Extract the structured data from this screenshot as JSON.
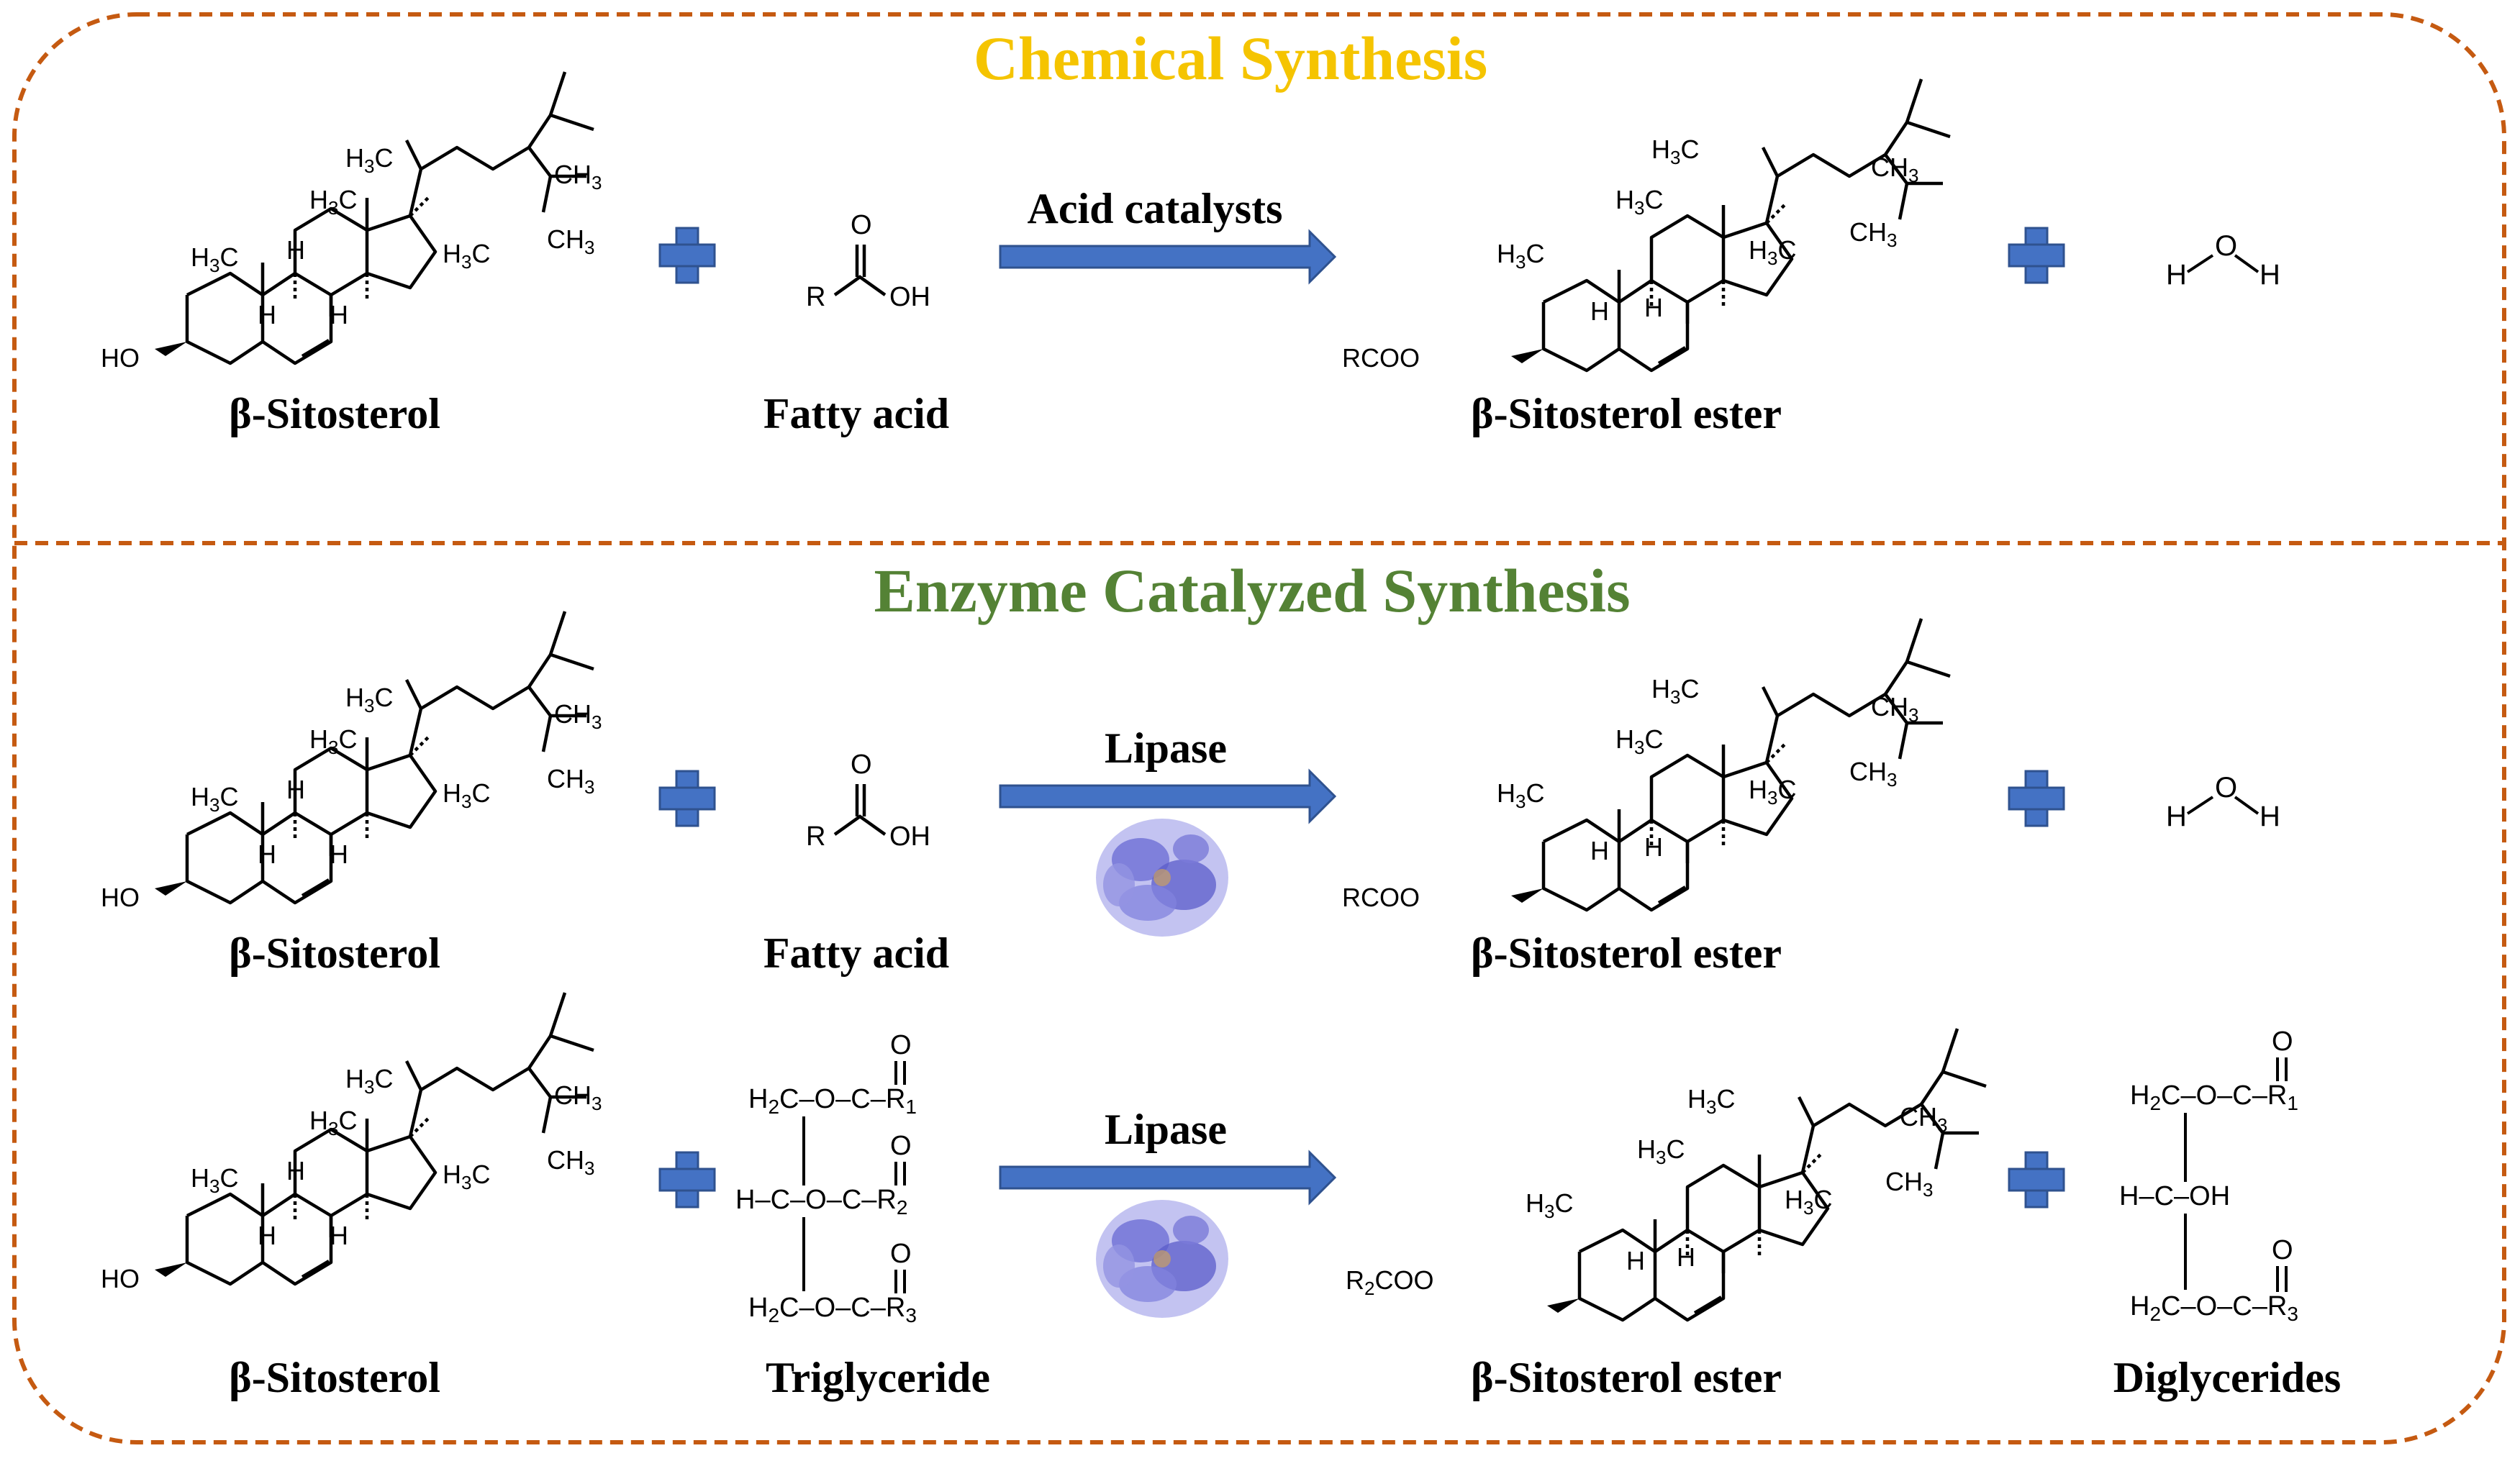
{
  "sections": {
    "chemical": {
      "title": "Chemical Synthesis",
      "title_color": "#f5c400"
    },
    "enzyme": {
      "title": "Enzyme Catalyzed Synthesis",
      "title_color": "#548235"
    }
  },
  "border_color": "#c55a11",
  "arrow_color": "#4472c4",
  "arrows": {
    "acid": "Acid catalysts",
    "lipase_1": "Lipase",
    "lipase_2": "Lipase"
  },
  "compound_labels": {
    "sitosterol": "β-Sitosterol",
    "fatty_acid": "Fatty acid",
    "ester": "β-Sitosterol ester",
    "triglyceride": "Triglyceride",
    "diglycerides": "Diglycerides"
  },
  "atoms": {
    "ch3": "CH",
    "h3c": "H",
    "three": "3",
    "c_sub": "C",
    "h": "H",
    "ho": "HO",
    "o": "O",
    "oh": "OH",
    "r": "R",
    "rcoo": "RCOO",
    "r2coo_r": "R",
    "r2coo_2": "2",
    "r2coo_coo": "COO",
    "h2c_h": "H",
    "h2c_2": "2",
    "h2c_c": "C",
    "ho_water": "H",
    "o_water": "O",
    "h_water": "H",
    "r1": "R",
    "sub1": "1",
    "sub2": "2",
    "sub3": "3",
    "c": "C",
    "hc": "H–C–",
    "dash": "–"
  }
}
